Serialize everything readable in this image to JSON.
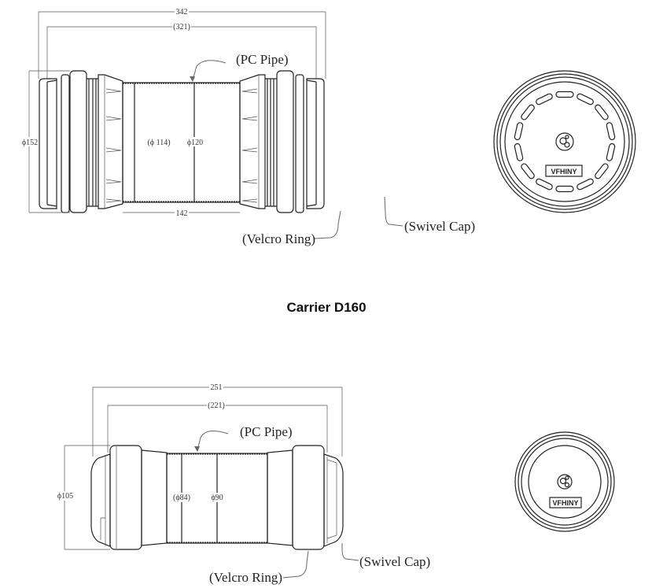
{
  "title": "Carrier D160",
  "top_drawing": {
    "overall_length": "342",
    "cap_to_cap_length": "(321)",
    "pipe_length": "142",
    "outer_diameter": "ϕ152",
    "inner_diameter": "(ϕ 114)",
    "pipe_diameter": "ϕ120",
    "labels": {
      "pipe": "(PC Pipe)",
      "ring": "(Velcro Ring)",
      "cap": "(Swivel Cap)"
    },
    "logo": "VFHINY"
  },
  "bottom_drawing": {
    "overall_length": "251",
    "cap_to_cap_length": "(221)",
    "outer_diameter": "ϕ105",
    "inner_diameter": "(ϕ84)",
    "pipe_diameter": "ϕ90",
    "labels": {
      "pipe": "(PC Pipe)",
      "ring": "(Velcro Ring)",
      "cap": "(Swivel Cap)"
    },
    "logo": "VFHINY"
  }
}
